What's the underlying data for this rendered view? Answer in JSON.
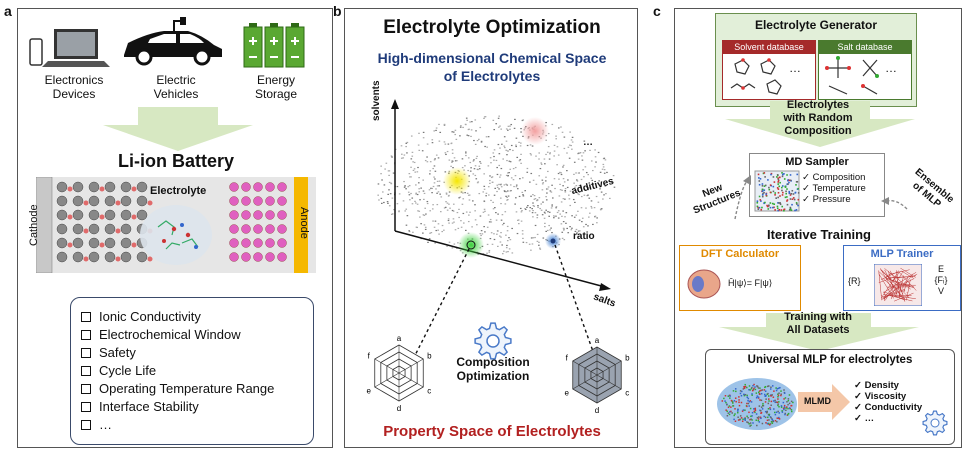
{
  "panel_a": {
    "label": "a",
    "devices": [
      {
        "icon": "laptop-phone-icon",
        "label_line1": "Electronics",
        "label_line2": "Devices"
      },
      {
        "icon": "electric-car-icon",
        "label_line1": "Electric",
        "label_line2": "Vehicles"
      },
      {
        "icon": "battery-pack-icon",
        "label_line1": "Energy",
        "label_line2": "Storage"
      }
    ],
    "title": "Li-ion Battery",
    "cathode": "Cathode",
    "anode": "Anode",
    "electrolyte": "Electrolyte",
    "properties": [
      "Ionic Conductivity",
      "Electrochemical Window",
      "Safety",
      "Cycle Life",
      "Operating Temperature Range",
      "Interface Stability",
      "…"
    ],
    "colors": {
      "arrow": "#d7e8c2",
      "cathode": "#c8c8c8",
      "anode": "#f5b800",
      "cathode_dots": "#e06a6a",
      "anode_dots": "#e060c0"
    }
  },
  "panel_b": {
    "label": "b",
    "title": "Electrolyte Optimization",
    "subtitle_line1": "High-dimensional Chemical Space",
    "subtitle_line2": "of Electrolytes",
    "axes": {
      "solvents": "solvents",
      "additives": "additives",
      "ratio": "ratio",
      "salts": "salts",
      "more": "…"
    },
    "radar_left": {
      "labels": [
        "a",
        "b",
        "c",
        "d",
        "e",
        "f"
      ]
    },
    "radar_right": {
      "labels": [
        "a",
        "b",
        "c",
        "d",
        "e",
        "f"
      ]
    },
    "center_line1": "Composition",
    "center_line2": "Optimization",
    "bottom": "Property Space of Electrolytes",
    "colors": {
      "title_blue": "#1f3b7a",
      "bottom_red": "#b22020"
    }
  },
  "panel_c": {
    "label": "c",
    "generator_title": "Electrolyte Generator",
    "solvent_db": "Solvent database",
    "salt_db": "Salt database",
    "random_line1": "Electrolytes",
    "random_line2": "with Random",
    "random_line3": "Composition",
    "md_title": "MD Sampler",
    "md_items": [
      "Composition",
      "Temperature",
      "Pressure"
    ],
    "new_line1": "New",
    "new_line2": "Structures",
    "ensemble_line1": "Ensemble",
    "ensemble_line2": "of MLP",
    "iterative": "Iterative Training",
    "dft": "DFT Calculator",
    "dft_formula": "Ĥ|ψ⟩= F|ψ⟩",
    "mlp": "MLP Trainer",
    "mlp_in": "{R}",
    "mlp_out1": "E",
    "mlp_out2": "{Fᵢ}",
    "mlp_out3": "V",
    "train_line1": "Training with",
    "train_line2": "All Datasets",
    "univ_title": "Universal MLP for electrolytes",
    "mlmd": "MLMD",
    "univ_items": [
      "Density",
      "Viscosity",
      "Conductivity",
      "…"
    ],
    "colors": {
      "gen_bg": "#e2efd9",
      "solvent_hdr": "#a52a2a",
      "salt_hdr": "#4a7a2e",
      "dft_border": "#e08a00",
      "mlp_border": "#3b6cc4"
    }
  }
}
